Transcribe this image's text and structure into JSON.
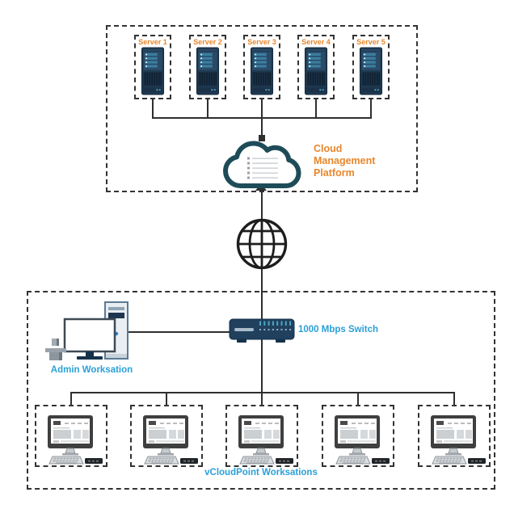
{
  "colors": {
    "orange": "#E8862C",
    "blue": "#2AA0D8",
    "line": "#2F2F2F",
    "dash": "#333333",
    "navy": "#1E3A52",
    "navyDark": "#152A3D",
    "teal": "#3A7EA0",
    "cloudStroke": "#1E4B58",
    "switchNavy": "#20405E",
    "led": "#4DA6BE",
    "steel": "#5B7A94",
    "towerFill": "#E9EEF2",
    "monitorDark": "#16324A"
  },
  "servers": [
    {
      "label": "Server 1"
    },
    {
      "label": "Server 2"
    },
    {
      "label": "Server 3"
    },
    {
      "label": "Server 4"
    },
    {
      "label": "Server 5"
    }
  ],
  "cloud": {
    "label_lines": [
      "Cloud",
      "Management",
      "Platform"
    ]
  },
  "internet": {
    "icon": "globe-icon"
  },
  "switch": {
    "label": "1000 Mbps Switch"
  },
  "admin": {
    "label": "Admin Worksation"
  },
  "workstations": {
    "label": "vCloudPoint Worksations",
    "count": 5
  }
}
